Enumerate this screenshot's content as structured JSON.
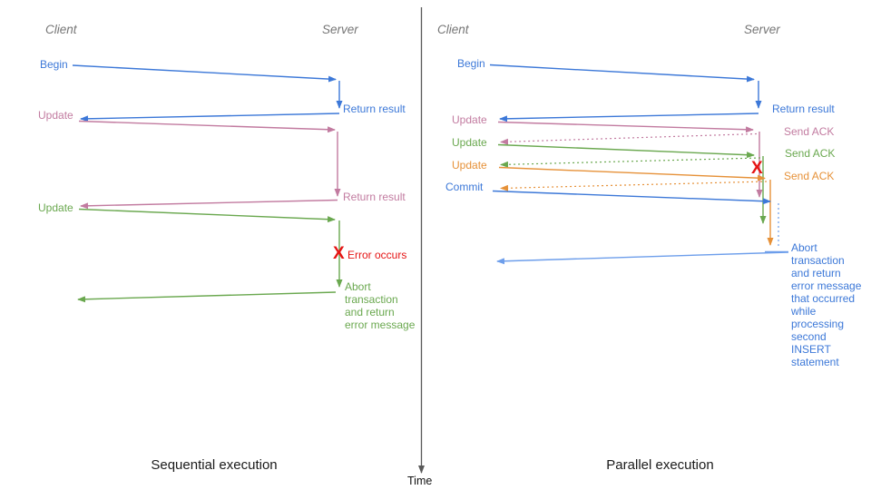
{
  "colors": {
    "blue": "#3c78d8",
    "light_blue": "#6d9eeb",
    "pink": "#c27ba0",
    "green": "#6aa84f",
    "orange": "#e69138",
    "red": "#e51414",
    "header_gray": "#757575",
    "axis_gray": "#595959"
  },
  "time_axis": {
    "label": "Time"
  },
  "left_panel": {
    "title": "Sequential execution",
    "client_header": "Client",
    "server_header": "Server",
    "labels": {
      "begin": "Begin",
      "return_result_1": "Return result",
      "update_1": "Update",
      "return_result_2": "Return result",
      "update_2": "Update",
      "error_x": "X",
      "error": "Error occurs",
      "abort": "Abort\ntransaction\nand return\nerror message"
    }
  },
  "right_panel": {
    "title": "Parallel execution",
    "client_header": "Client",
    "server_header": "Server",
    "labels": {
      "begin": "Begin",
      "return_result": "Return result",
      "update_1": "Update",
      "send_ack_1": "Send ACK",
      "update_2": "Update",
      "send_ack_2": "Send ACK",
      "update_3": "Update",
      "send_ack_3": "Send ACK",
      "commit": "Commit",
      "error_x": "X",
      "abort": "Abort\ntransaction\nand return\nerror message\nthat occurred\nwhile\nprocessing\nsecond\nINSERT\nstatement"
    }
  }
}
